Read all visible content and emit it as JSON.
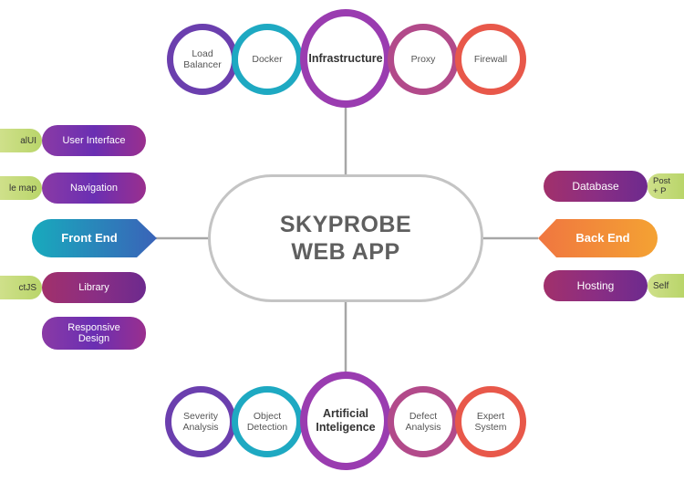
{
  "center": {
    "line1": "SKYPROBE",
    "line2": "WEB APP"
  },
  "infrastructure": {
    "main": "Infrastructure",
    "items": [
      {
        "l1": "Load",
        "l2": "Balancer"
      },
      {
        "l1": "Docker",
        "l2": ""
      },
      {
        "l1": "Proxy",
        "l2": ""
      },
      {
        "l1": "Firewall",
        "l2": ""
      }
    ]
  },
  "ai": {
    "main_l1": "Artificial",
    "main_l2": "Inteligence",
    "items": [
      {
        "l1": "Severity",
        "l2": "Analysis"
      },
      {
        "l1": "Object",
        "l2": "Detection"
      },
      {
        "l1": "Defect",
        "l2": "Analysis"
      },
      {
        "l1": "Expert",
        "l2": "System"
      }
    ]
  },
  "front_end": {
    "main": "Front End",
    "items": [
      {
        "l1": "User Interface",
        "l2": ""
      },
      {
        "l1": "Navigation",
        "l2": ""
      },
      {
        "l1": "Library",
        "l2": ""
      },
      {
        "l1": "Responsive",
        "l2": "Design"
      }
    ],
    "tags": [
      "alUI",
      "le map",
      "ctJS"
    ]
  },
  "back_end": {
    "main": "Back End",
    "items": [
      "Database",
      "Hosting"
    ],
    "tags": [
      {
        "l1": "Post",
        "l2": "+ P"
      },
      {
        "l1": "Self",
        "l2": ""
      }
    ]
  },
  "colors": {
    "connector": "#a7a7a7",
    "front_end": "#1fb3c4",
    "back_end": "#f0843a",
    "tag": "#c6dc7c"
  }
}
